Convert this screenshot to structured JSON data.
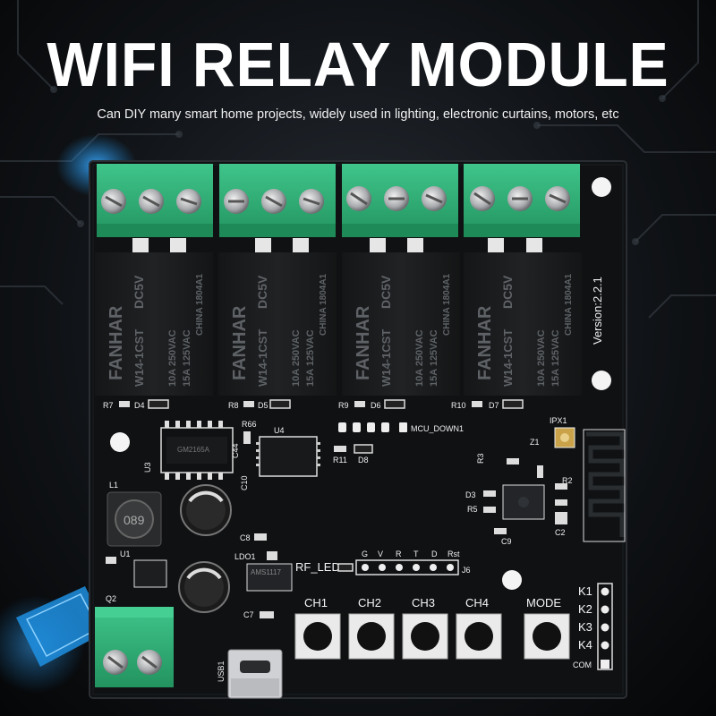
{
  "title": "WIFI RELAY MODULE",
  "subtitle": "Can DIY many smart home projects, widely used in lighting, electronic curtains, motors, etc",
  "board": {
    "version": "Version:2.2.1",
    "relays": [
      {
        "brand": "FANHAR",
        "model": "W14-1CST",
        "coil": "DC5V",
        "rating1": "10A 250VAC",
        "rating2": "15A 125VAC",
        "origin": "CHINA 1804A1",
        "led": "R7 D4",
        "led_ref": "R7",
        "led_diode": "D4"
      },
      {
        "brand": "FANHAR",
        "model": "W14-1CST",
        "coil": "DC5V",
        "rating1": "10A 250VAC",
        "rating2": "15A 125VAC",
        "origin": "CHINA 1804A1",
        "led_ref": "R8",
        "led_diode": "D5"
      },
      {
        "brand": "FANHAR",
        "model": "W14-1CST",
        "coil": "DC5V",
        "rating1": "10A 250VAC",
        "rating2": "15A 125VAC",
        "origin": "CHINA 1804A1",
        "led_ref": "R9",
        "led_diode": "D6"
      },
      {
        "brand": "FANHAR",
        "model": "W14-1CST",
        "coil": "DC5V",
        "rating1": "10A 250VAC",
        "rating2": "15A 125VAC",
        "origin": "CHINA 1804A1",
        "led_ref": "R10",
        "led_diode": "D7"
      }
    ],
    "silkscreen": {
      "mcu": "MCU_DOWN1",
      "r11": "R11",
      "d8": "D8",
      "r66": "R66",
      "u4": "U4",
      "u3": "U3",
      "c44": "C44",
      "c10": "C10",
      "ipx": "IPX1",
      "l1": "L1",
      "inductor": "089",
      "u1": "U1",
      "q2": "Q2",
      "c8": "C8",
      "ldo": "LDO1",
      "ldo_chip": "AMS1117",
      "c7": "C7",
      "usb": "USB1",
      "rf_led": "RF_LED",
      "j6": "J6",
      "c9": "C9",
      "z1": "Z1",
      "c2": "C2",
      "r2": "R2",
      "r3": "R3",
      "d3": "D3",
      "r5": "R5",
      "chip_u3": "GM2165A"
    },
    "header_pins": [
      "G",
      "V",
      "R",
      "T",
      "D",
      "Rst"
    ],
    "channel_buttons": [
      "CH1",
      "CH2",
      "CH3",
      "CH4"
    ],
    "mode_button": "MODE",
    "k_pins": [
      "K1",
      "K2",
      "K3",
      "K4",
      "COM"
    ]
  },
  "colors": {
    "terminal": "#2fb37c",
    "pcb": "#101214",
    "relay": "#1a1b1d",
    "glow": "#1d8fe0"
  }
}
